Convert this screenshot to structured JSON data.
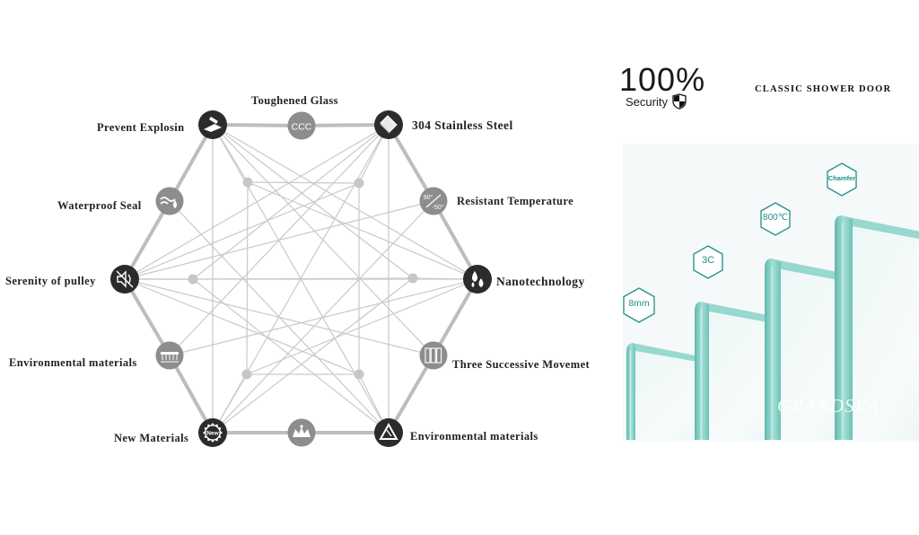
{
  "diagram": {
    "center_top": "Toughened Glass",
    "nodes": [
      {
        "label": "Prevent Explosin",
        "icon": "explosion-icon"
      },
      {
        "label": "304 Stainless Steel",
        "icon": "steel-plate-icon"
      },
      {
        "label": "Waterproof Seal",
        "icon": "water-seal-icon"
      },
      {
        "label": "Resistant  Temperature",
        "icon": "temperature-icon",
        "icon_text_a": "90°",
        "icon_text_b": "-50°"
      },
      {
        "label": "Serenity of pulley",
        "icon": "mute-speaker-icon"
      },
      {
        "label": "Nanotechnology",
        "icon": "water-drops-icon"
      },
      {
        "label": "Environmental materials",
        "icon": "ruler-icon"
      },
      {
        "label": "Three Successive Movemet",
        "icon": "door-panels-icon"
      },
      {
        "label": "New Materials",
        "icon": "new-badge-icon",
        "icon_text": "New"
      },
      {
        "label": "Environmental materials",
        "icon": "recycle-icon"
      }
    ],
    "ccc_text": "CCC"
  },
  "header": {
    "percent": "100%",
    "security": "Security",
    "title": "CLASSIC SHOWER DOOR"
  },
  "glass": {
    "badges": [
      "8mm",
      "3C",
      "800℃",
      "Chamfer"
    ],
    "watermark": "GRANDSEA"
  },
  "colors": {
    "dark_icon": "#2b2b2b",
    "mid_icon": "#8d8d8d",
    "line": "#c9c9c9",
    "outer_line": "#bdbdbd",
    "teal": "#1f8f86",
    "glass_edge": "#7fcfc4"
  }
}
